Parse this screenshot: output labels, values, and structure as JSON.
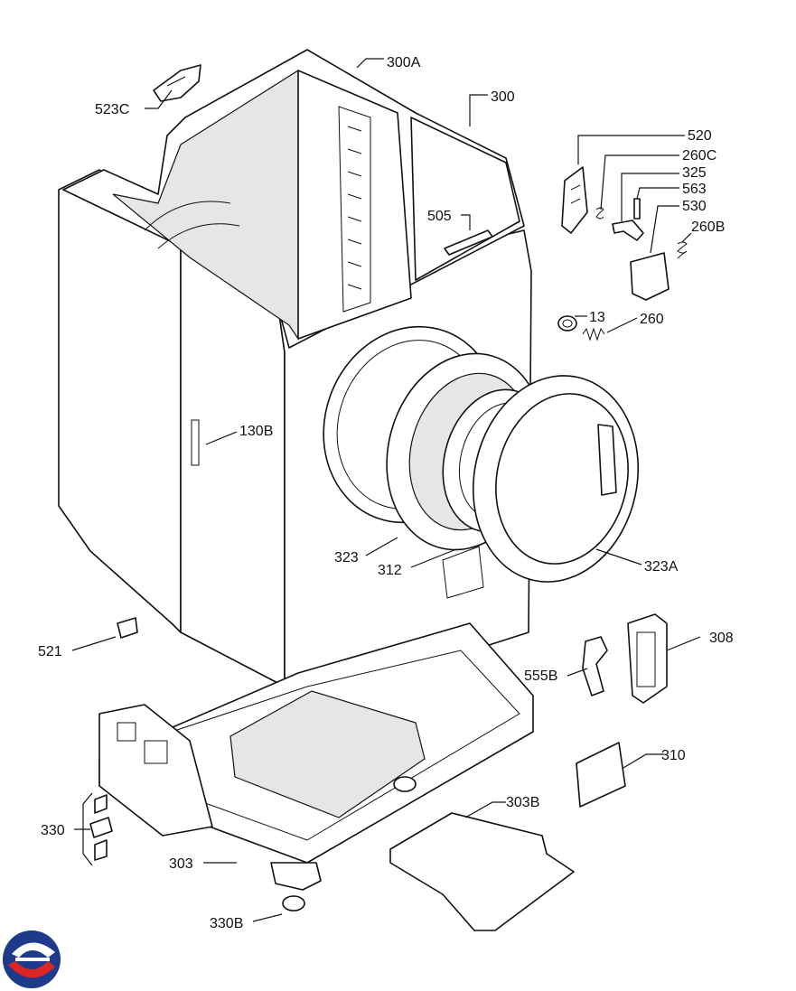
{
  "labels": {
    "l300A": "300A",
    "l300": "300",
    "l523C": "523C",
    "l520": "520",
    "l260C": "260C",
    "l325": "325",
    "l563": "563",
    "l530": "530",
    "l260B": "260B",
    "l505": "505",
    "l13": "13",
    "l260": "260",
    "l130B": "130B",
    "l323": "323",
    "l312": "312",
    "l323A": "323A",
    "l521": "521",
    "l308": "308",
    "l555B": "555B",
    "l310": "310",
    "l303B": "303B",
    "l330": "330",
    "l303": "303",
    "l330B": "330B"
  },
  "logo": {
    "name": "brand-logo",
    "colors": [
      "#1e3a8a",
      "#dc2626"
    ]
  }
}
